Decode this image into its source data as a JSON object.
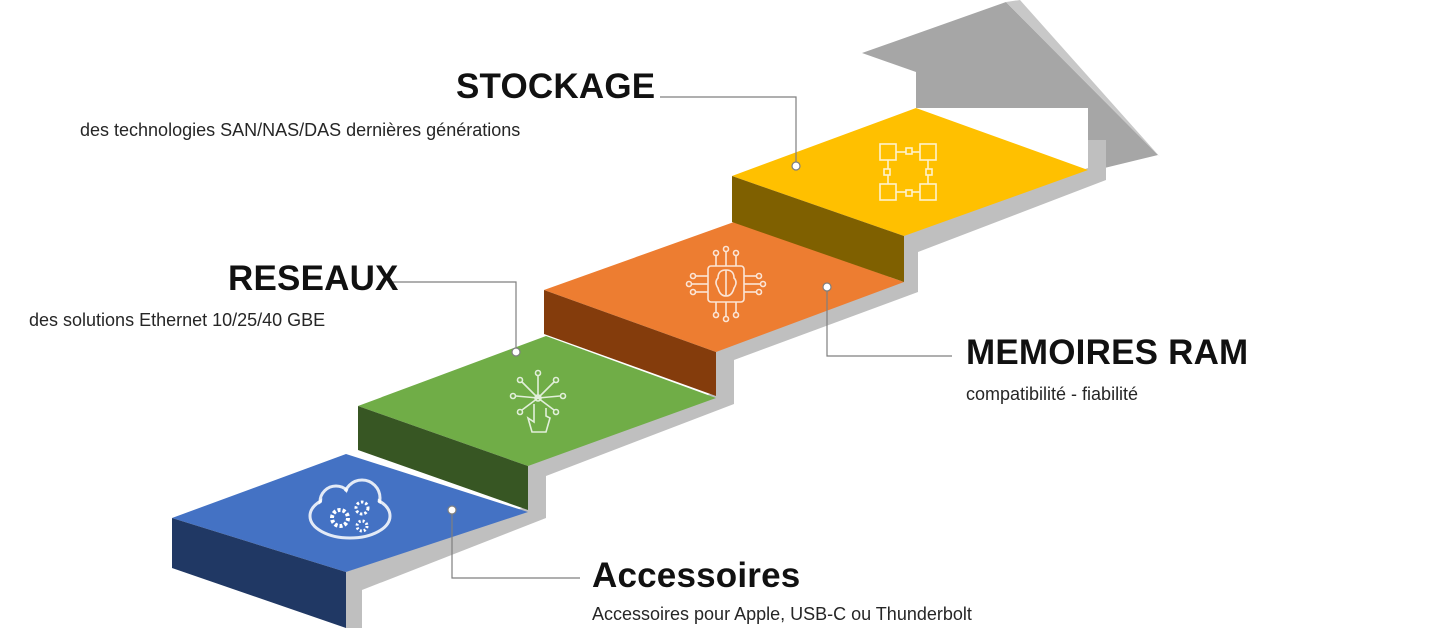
{
  "steps": [
    {
      "key": "accessoires",
      "title": "Accessoires",
      "subtitle": "Accessoires pour Apple, USB-C ou Thunderbolt",
      "color": "#4472C4",
      "side_color": "#203864",
      "icon": "cloud-gears-icon"
    },
    {
      "key": "reseaux",
      "title": "RESEAUX",
      "subtitle": "des solutions Ethernet 10/25/40 GBE",
      "color": "#70AD47",
      "side_color": "#375623",
      "icon": "touch-network-icon"
    },
    {
      "key": "memoires",
      "title": "MEMOIRES RAM",
      "subtitle": "compatibilité - fiabilité",
      "color": "#ED7D31",
      "side_color": "#843C0C",
      "icon": "chip-brain-icon"
    },
    {
      "key": "stockage",
      "title": "STOCKAGE",
      "subtitle": "des technologies SAN/NAS/DAS dernières générations",
      "color": "#FFC000",
      "side_color": "#7F6000",
      "icon": "storage-blocks-icon"
    }
  ],
  "arrow_color": "#A6A6A6",
  "riser_color": "#BFBFBF"
}
